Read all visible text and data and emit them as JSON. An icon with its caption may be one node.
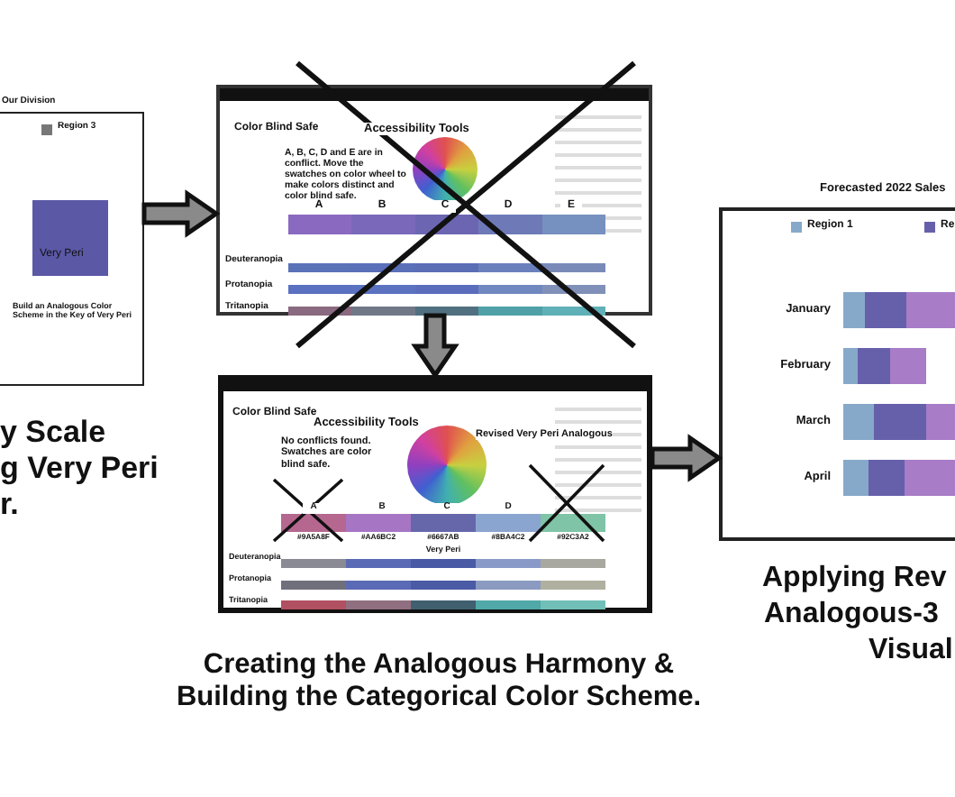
{
  "diagram": {
    "nodes": [
      {
        "text": [
          "Our Division",
          "Very Peri",
          "Build an Analogous Color Scheme in the Key of Very Peri"
        ],
        "beside": [
          "y Scale",
          "g Very Peri",
          "r."
        ]
      },
      {
        "text": [
          "Color Blind Safe",
          "Accessibility Tools",
          "A, B, C, D and E are in conflict. Move the swatches on color wheel to make colors distinct and color blind safe.",
          "A",
          "B",
          "C",
          "D",
          "E",
          "Deuteranopia",
          "Protanopia",
          "Tritanopia"
        ]
      },
      {
        "text": [
          "Color Blind Safe",
          "Accessibility Tools",
          "No conflicts found. Swatches are color blind safe.",
          "Revised Very Peri Analogous",
          "A",
          "B",
          "C",
          "D",
          "#9A5A8F",
          "#AA6BC2",
          "#6667AB",
          "#8BA4C2",
          "#92C3A2",
          "Very Peri",
          "Deuteranopia",
          "Protanopia",
          "Tritanopia"
        ],
        "beside": [
          "Creating the Analogous Harmony & Building the Categorical Color Scheme."
        ]
      },
      {
        "text": [
          "Forecasted 2022 Sales",
          "January",
          "February",
          "March",
          "April"
        ],
        "beside": [
          "Applying Rev",
          "Analogous-3",
          "Visual"
        ]
      }
    ],
    "edges": [
      {
        "from": 0,
        "to": 1,
        "arrow": "to"
      },
      {
        "from": 1,
        "to": 2,
        "arrow": "to"
      },
      {
        "from": 2,
        "to": 3,
        "arrow": "to"
      }
    ],
    "legend": [
      {
        "text": "Region 3",
        "color": "#777777"
      },
      {
        "text": "Region 1",
        "color": "#86a9c9"
      },
      {
        "text": "Re",
        "color": "#6660ab"
      }
    ]
  }
}
